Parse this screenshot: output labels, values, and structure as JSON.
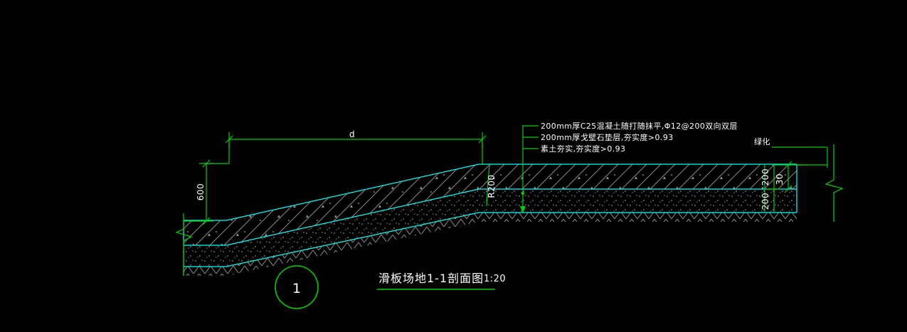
{
  "drawing": {
    "type": "cad-section-drawing",
    "background_color": "#000000",
    "colors": {
      "dimension": "#00d000",
      "outline": "#00ffff",
      "hatch": "#8a8a8a",
      "text": "#ffffff"
    },
    "title": "滑板场地1-1剖面图",
    "scale": "1:20",
    "detail_marker": "1",
    "leader_notes": [
      "200mm厚C25混凝土随打随抹平,Φ12@200双向双层",
      "200mm厚戈壁石垫层,夯实度>0.93",
      "素土夯实,夯实度>0.93"
    ],
    "dimensions": {
      "ramp_length": "d",
      "ramp_height": "600",
      "radius": "R200",
      "layer_concrete": "200",
      "layer_base": "200",
      "topsoil_depth": "30"
    },
    "annotations": {
      "planting": "绿化"
    }
  }
}
